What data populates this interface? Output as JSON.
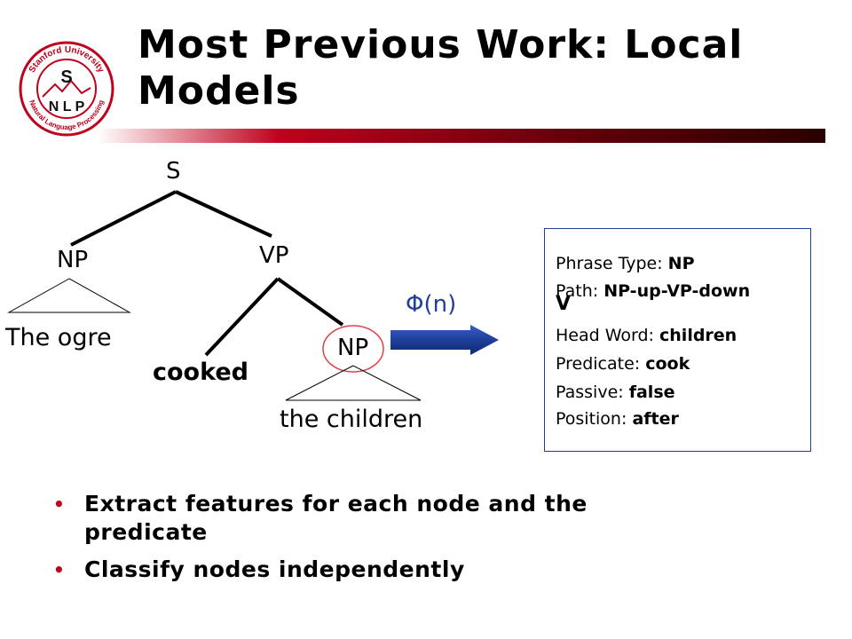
{
  "slide": {
    "title": "Most Previous Work: Local Models"
  },
  "logo": {
    "top_text": "Stanford University",
    "bottom_text": "Natural Language Processing",
    "center_letter": "S",
    "initials": "N L P",
    "accent_color": "#c0001c"
  },
  "tree": {
    "root": "S",
    "np_left": "NP",
    "vp": "VP",
    "np_right": "NP",
    "np_left_words": "The ogre",
    "verb": "cooked",
    "np_right_words": "the children"
  },
  "arrow": {
    "label": "Φ(n)",
    "color": "#1f3f99"
  },
  "features": {
    "phrase_type": {
      "label": "Phrase Type:",
      "value": "NP"
    },
    "path": {
      "label": "Path:",
      "value": "NP-up-VP-down",
      "wrap": "V"
    },
    "head_word": {
      "label": "Head Word:",
      "value": "children"
    },
    "predicate": {
      "label": "Predicate:",
      "value": "cook"
    },
    "passive": {
      "label": "Passive:",
      "value": "false"
    },
    "position": {
      "label": "Position:",
      "value": "after"
    }
  },
  "bullets": [
    "Extract features for each node and the predicate",
    "Classify nodes independently"
  ],
  "colors": {
    "title_bar_dark": "#2a0000",
    "title_bar_red": "#c0001c",
    "node_circle": "#e0404a"
  }
}
